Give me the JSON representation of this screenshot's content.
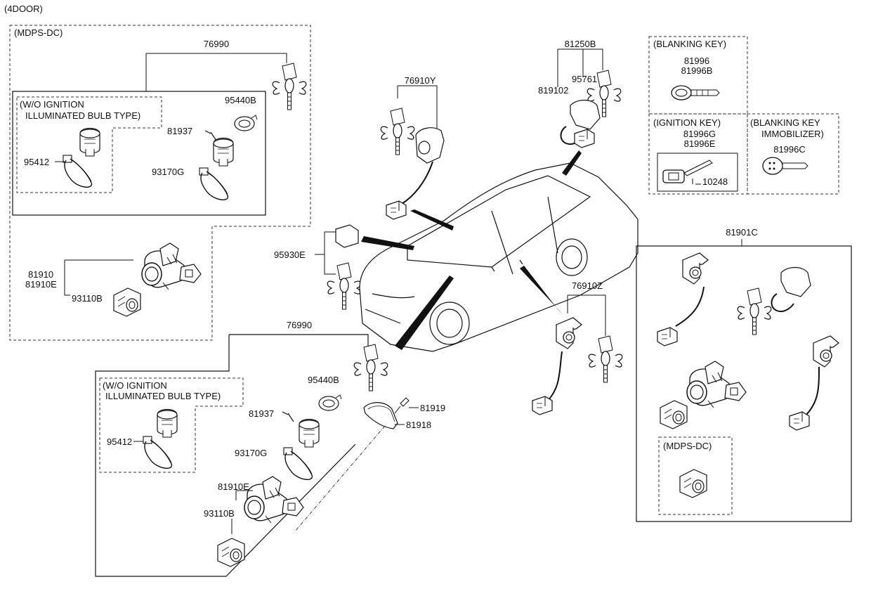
{
  "diagram": {
    "header": "(4DOOR)",
    "groups": {
      "mdps_top": "(MDPS-DC)",
      "wo_ign_top_1": "(W/O IGNITION",
      "wo_ign_top_2": "ILLUMINATED BULB TYPE)",
      "wo_ign_bot_1": "(W/O IGNITION",
      "wo_ign_bot_2": "ILLUMINATED BULB TYPE)",
      "blanking_key": "(BLANKING KEY)",
      "ignition_key": "(IGNITION KEY)",
      "blanking_immo_1": "(BLANKING KEY",
      "blanking_immo_2": "IMMOBILIZER)",
      "mdps_right": "(MDPS-DC)"
    },
    "parts": {
      "p76990_top": "76990",
      "p95440b_top": "95440B",
      "p81937_top": "81937",
      "p95412_top": "95412",
      "p93170g_top": "93170G",
      "p81910": "81910",
      "p81910e_top": "81910E",
      "p93110b_top": "93110B",
      "p76910y": "76910Y",
      "p95930e": "95930E",
      "p81250b": "81250B",
      "p819102": "819102",
      "p95761": "95761",
      "p81996": "81996",
      "p81996b": "81996B",
      "p81996g": "81996G",
      "p81996e": "81996E",
      "p10248": "10248",
      "p81996c": "81996C",
      "p81901c": "81901C",
      "p76910z": "76910Z",
      "p76990_bot": "76990",
      "p95440b_bot": "95440B",
      "p81937_bot": "81937",
      "p95412_bot": "95412",
      "p93170g_bot": "93170G",
      "p81910e_bot": "81910E",
      "p93110b_bot": "93110B",
      "p81919": "81919",
      "p81918": "81918"
    }
  }
}
